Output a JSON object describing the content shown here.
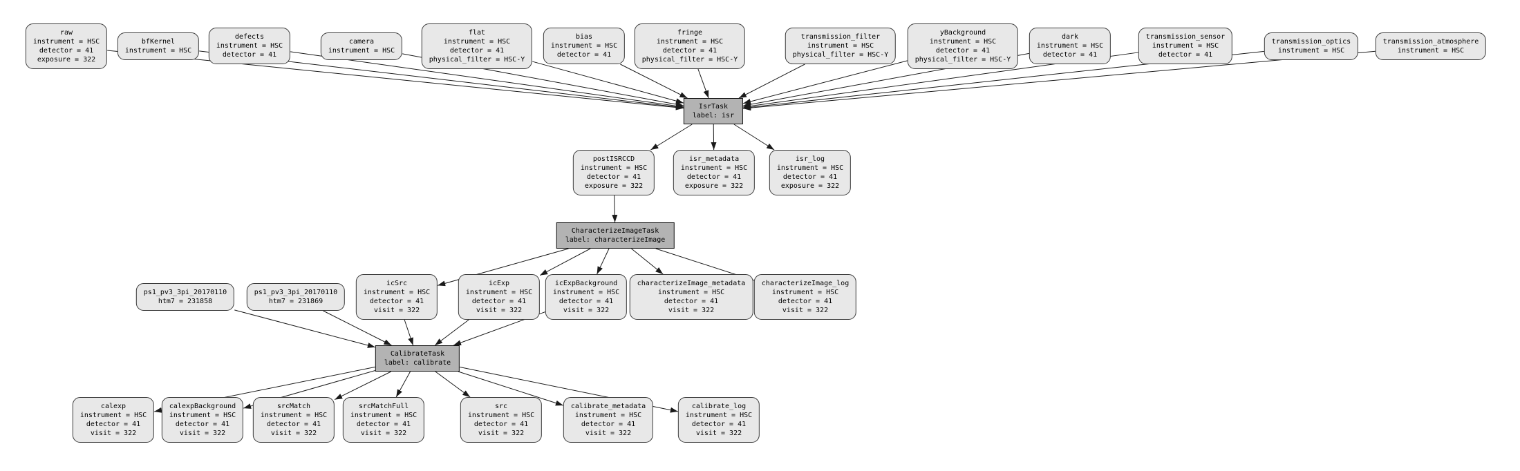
{
  "diagram": {
    "type": "pipeline-graph",
    "background_color": "#ffffff",
    "dataset_node_fill": "#e8e8e8",
    "task_node_fill": "#b3b3b3",
    "node_border_color": "#3a3a3a",
    "edge_color": "#1a1a1a"
  },
  "nodes": [
    {
      "id": "raw",
      "kind": "dataset",
      "title": "raw",
      "lines": [
        "instrument = HSC",
        "detector = 41",
        "exposure = 322"
      ]
    },
    {
      "id": "bfKernel",
      "kind": "dataset",
      "title": "bfKernel",
      "lines": [
        "instrument = HSC"
      ]
    },
    {
      "id": "defects",
      "kind": "dataset",
      "title": "defects",
      "lines": [
        "instrument = HSC",
        "detector = 41"
      ]
    },
    {
      "id": "camera",
      "kind": "dataset",
      "title": "camera",
      "lines": [
        "instrument = HSC"
      ]
    },
    {
      "id": "flat",
      "kind": "dataset",
      "title": "flat",
      "lines": [
        "instrument = HSC",
        "detector = 41",
        "physical_filter = HSC-Y"
      ]
    },
    {
      "id": "bias",
      "kind": "dataset",
      "title": "bias",
      "lines": [
        "instrument = HSC",
        "detector = 41"
      ]
    },
    {
      "id": "fringe",
      "kind": "dataset",
      "title": "fringe",
      "lines": [
        "instrument = HSC",
        "detector = 41",
        "physical_filter = HSC-Y"
      ]
    },
    {
      "id": "transmission_filter",
      "kind": "dataset",
      "title": "transmission_filter",
      "lines": [
        "instrument = HSC",
        "physical_filter = HSC-Y"
      ]
    },
    {
      "id": "yBackground",
      "kind": "dataset",
      "title": "yBackground",
      "lines": [
        "instrument = HSC",
        "detector = 41",
        "physical_filter = HSC-Y"
      ]
    },
    {
      "id": "dark",
      "kind": "dataset",
      "title": "dark",
      "lines": [
        "instrument = HSC",
        "detector = 41"
      ]
    },
    {
      "id": "transmission_sensor",
      "kind": "dataset",
      "title": "transmission_sensor",
      "lines": [
        "instrument = HSC",
        "detector = 41"
      ]
    },
    {
      "id": "transmission_optics",
      "kind": "dataset",
      "title": "transmission_optics",
      "lines": [
        "instrument = HSC"
      ]
    },
    {
      "id": "transmission_atmosphere",
      "kind": "dataset",
      "title": "transmission_atmosphere",
      "lines": [
        "instrument = HSC"
      ]
    },
    {
      "id": "isr",
      "kind": "task",
      "title": "IsrTask",
      "lines": [
        "label: isr"
      ]
    },
    {
      "id": "postISRCCD",
      "kind": "dataset",
      "title": "postISRCCD",
      "lines": [
        "instrument = HSC",
        "detector = 41",
        "exposure = 322"
      ]
    },
    {
      "id": "isr_metadata",
      "kind": "dataset",
      "title": "isr_metadata",
      "lines": [
        "instrument = HSC",
        "detector = 41",
        "exposure = 322"
      ]
    },
    {
      "id": "isr_log",
      "kind": "dataset",
      "title": "isr_log",
      "lines": [
        "instrument = HSC",
        "detector = 41",
        "exposure = 322"
      ]
    },
    {
      "id": "characterizeImage",
      "kind": "task",
      "title": "CharacterizeImageTask",
      "lines": [
        "label: characterizeImage"
      ]
    },
    {
      "id": "ps1_a",
      "kind": "dataset",
      "title": "ps1_pv3_3pi_20170110",
      "lines": [
        "htm7 = 231858"
      ]
    },
    {
      "id": "ps1_b",
      "kind": "dataset",
      "title": "ps1_pv3_3pi_20170110",
      "lines": [
        "htm7 = 231869"
      ]
    },
    {
      "id": "icSrc",
      "kind": "dataset",
      "title": "icSrc",
      "lines": [
        "instrument = HSC",
        "detector = 41",
        "visit = 322"
      ]
    },
    {
      "id": "icExp",
      "kind": "dataset",
      "title": "icExp",
      "lines": [
        "instrument = HSC",
        "detector = 41",
        "visit = 322"
      ]
    },
    {
      "id": "icExpBackground",
      "kind": "dataset",
      "title": "icExpBackground",
      "lines": [
        "instrument = HSC",
        "detector = 41",
        "visit = 322"
      ]
    },
    {
      "id": "characterizeImage_metadata",
      "kind": "dataset",
      "title": "characterizeImage_metadata",
      "lines": [
        "instrument = HSC",
        "detector = 41",
        "visit = 322"
      ]
    },
    {
      "id": "characterizeImage_log",
      "kind": "dataset",
      "title": "characterizeImage_log",
      "lines": [
        "instrument = HSC",
        "detector = 41",
        "visit = 322"
      ]
    },
    {
      "id": "calibrate",
      "kind": "task",
      "title": "CalibrateTask",
      "lines": [
        "label: calibrate"
      ]
    },
    {
      "id": "calexp",
      "kind": "dataset",
      "title": "calexp",
      "lines": [
        "instrument = HSC",
        "detector = 41",
        "visit = 322"
      ]
    },
    {
      "id": "calexpBackground",
      "kind": "dataset",
      "title": "calexpBackground",
      "lines": [
        "instrument = HSC",
        "detector = 41",
        "visit = 322"
      ]
    },
    {
      "id": "srcMatch",
      "kind": "dataset",
      "title": "srcMatch",
      "lines": [
        "instrument = HSC",
        "detector = 41",
        "visit = 322"
      ]
    },
    {
      "id": "srcMatchFull",
      "kind": "dataset",
      "title": "srcMatchFull",
      "lines": [
        "instrument = HSC",
        "detector = 41",
        "visit = 322"
      ]
    },
    {
      "id": "src",
      "kind": "dataset",
      "title": "src",
      "lines": [
        "instrument = HSC",
        "detector = 41",
        "visit = 322"
      ]
    },
    {
      "id": "calibrate_metadata",
      "kind": "dataset",
      "title": "calibrate_metadata",
      "lines": [
        "instrument = HSC",
        "detector = 41",
        "visit = 322"
      ]
    },
    {
      "id": "calibrate_log",
      "kind": "dataset",
      "title": "calibrate_log",
      "lines": [
        "instrument = HSC",
        "detector = 41",
        "visit = 322"
      ]
    }
  ],
  "edges": [
    {
      "from": "raw",
      "to": "isr"
    },
    {
      "from": "bfKernel",
      "to": "isr"
    },
    {
      "from": "defects",
      "to": "isr"
    },
    {
      "from": "camera",
      "to": "isr"
    },
    {
      "from": "flat",
      "to": "isr"
    },
    {
      "from": "bias",
      "to": "isr"
    },
    {
      "from": "fringe",
      "to": "isr"
    },
    {
      "from": "transmission_filter",
      "to": "isr"
    },
    {
      "from": "yBackground",
      "to": "isr"
    },
    {
      "from": "dark",
      "to": "isr"
    },
    {
      "from": "transmission_sensor",
      "to": "isr"
    },
    {
      "from": "transmission_optics",
      "to": "isr"
    },
    {
      "from": "transmission_atmosphere",
      "to": "isr"
    },
    {
      "from": "isr",
      "to": "postISRCCD"
    },
    {
      "from": "isr",
      "to": "isr_metadata"
    },
    {
      "from": "isr",
      "to": "isr_log"
    },
    {
      "from": "postISRCCD",
      "to": "characterizeImage"
    },
    {
      "from": "characterizeImage",
      "to": "icSrc"
    },
    {
      "from": "characterizeImage",
      "to": "icExp"
    },
    {
      "from": "characterizeImage",
      "to": "icExpBackground"
    },
    {
      "from": "characterizeImage",
      "to": "characterizeImage_metadata"
    },
    {
      "from": "characterizeImage",
      "to": "characterizeImage_log"
    },
    {
      "from": "ps1_a",
      "to": "calibrate"
    },
    {
      "from": "ps1_b",
      "to": "calibrate"
    },
    {
      "from": "icSrc",
      "to": "calibrate"
    },
    {
      "from": "icExp",
      "to": "calibrate"
    },
    {
      "from": "icExpBackground",
      "to": "calibrate"
    },
    {
      "from": "calibrate",
      "to": "calexp"
    },
    {
      "from": "calibrate",
      "to": "calexpBackground"
    },
    {
      "from": "calibrate",
      "to": "srcMatch"
    },
    {
      "from": "calibrate",
      "to": "srcMatchFull"
    },
    {
      "from": "calibrate",
      "to": "src"
    },
    {
      "from": "calibrate",
      "to": "calibrate_metadata"
    },
    {
      "from": "calibrate",
      "to": "calibrate_log"
    }
  ]
}
